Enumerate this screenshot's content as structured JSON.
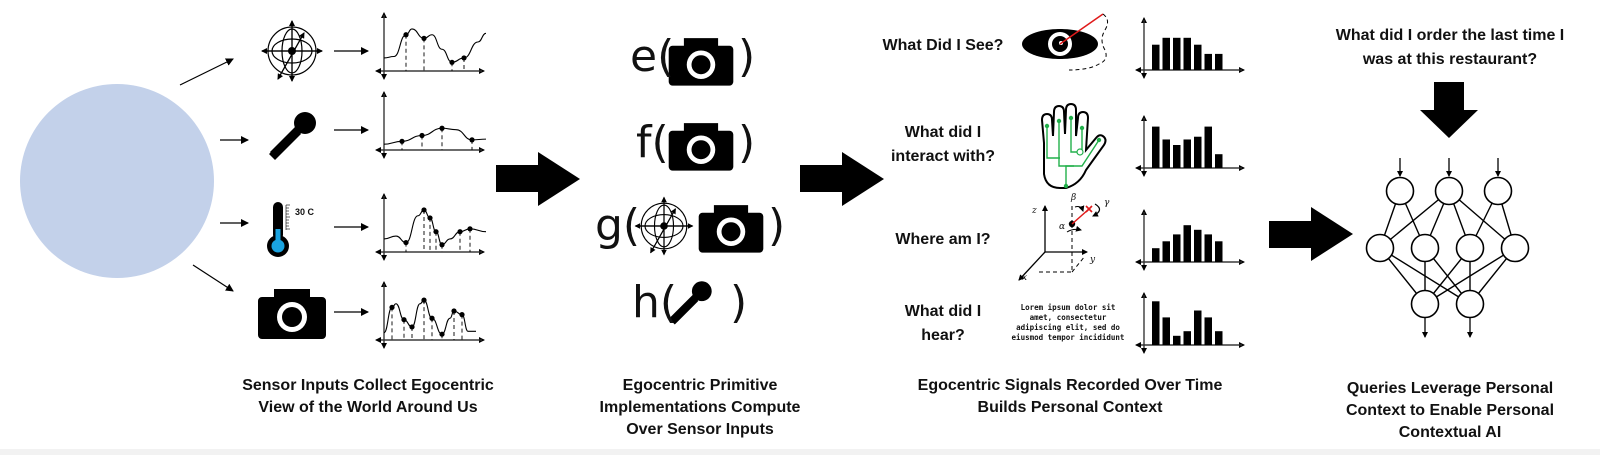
{
  "colors": {
    "person_circle": "#c3d1ea",
    "thermometer_fill": "#1aa3e0",
    "gaze_ray": "#e01a1a",
    "hand_circuit": "#22b04b",
    "ink": "#000000"
  },
  "stage1": {
    "caption": [
      "Sensor Inputs Collect Egocentric",
      "View of the World Around Us"
    ],
    "sensors": [
      {
        "icon": "imu-gyroscope-icon",
        "signal": "imu-signal-plot"
      },
      {
        "icon": "microphone-icon",
        "signal": "audio-signal-plot"
      },
      {
        "icon": "thermometer-icon",
        "signal": "temperature-signal-plot",
        "reading": "30 C"
      },
      {
        "icon": "camera-icon",
        "signal": "camera-signal-plot"
      }
    ]
  },
  "stage2": {
    "caption": [
      "Egocentric Primitive",
      "Implementations Compute",
      "Over Sensor Inputs"
    ],
    "functions": [
      {
        "name": "e(",
        "inputs": [
          "camera-icon"
        ],
        "close": ")"
      },
      {
        "name": "f(",
        "inputs": [
          "camera-icon"
        ],
        "close": ")"
      },
      {
        "name": "g(",
        "inputs": [
          "imu-gyroscope-icon",
          "camera-icon"
        ],
        "close": ")"
      },
      {
        "name": "h(",
        "inputs": [
          "microphone-icon"
        ],
        "close": ")"
      }
    ]
  },
  "stage3": {
    "caption": [
      "Egocentric Signals Recorded Over Time",
      "Builds Personal Context"
    ],
    "signals": [
      {
        "question": [
          "What Did I See?"
        ],
        "icon": "eye-gaze-icon",
        "histogram": [
          0.55,
          0.7,
          0.7,
          0.7,
          0.55,
          0.35,
          0.35
        ]
      },
      {
        "question": [
          "What did I",
          "interact with?"
        ],
        "icon": "hand-circuit-icon",
        "histogram": [
          0.9,
          0.62,
          0.5,
          0.62,
          0.68,
          0.9,
          0.3
        ]
      },
      {
        "question": [
          "Where am I?"
        ],
        "icon": "pose-axes-icon",
        "histogram": [
          0.3,
          0.45,
          0.6,
          0.8,
          0.7,
          0.6,
          0.45
        ]
      },
      {
        "question": [
          "What did I",
          "hear?"
        ],
        "icon": "transcript-text",
        "histogram": [
          0.95,
          0.6,
          0.2,
          0.3,
          0.75,
          0.6,
          0.3
        ],
        "transcript": [
          "Lorem ipsum dolor sit",
          "amet, consectetur",
          "adipiscing elit, sed do",
          "eiusmod tempor incididunt"
        ]
      }
    ],
    "axis_labels": {
      "z": "z",
      "y": "y",
      "x": "x",
      "alpha": "α",
      "beta": "β",
      "gamma": "γ"
    }
  },
  "stage4": {
    "query": [
      "What did I order the last time I",
      "was at this restaurant?"
    ],
    "caption": [
      "Queries Leverage Personal",
      "Context to Enable Personal",
      "Contextual AI"
    ],
    "network_layers": [
      3,
      4,
      2
    ]
  }
}
